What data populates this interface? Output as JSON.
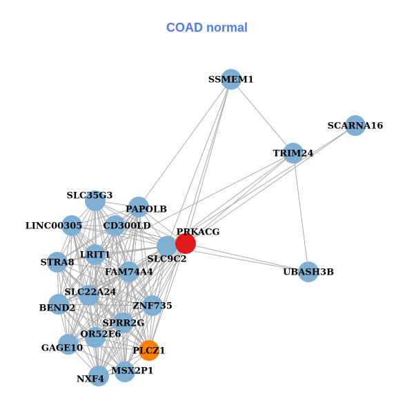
{
  "title": "COAD normal",
  "colors": {
    "default": "#7fb0d4",
    "hub": "#e31a1c",
    "highlight": "#ff7f00",
    "edge": "#aaaaaa"
  },
  "nodes": [
    {
      "id": "SSMEM1",
      "type": "default"
    },
    {
      "id": "SCARNA16",
      "type": "default"
    },
    {
      "id": "TRIM24",
      "type": "default"
    },
    {
      "id": "UBASH3B",
      "type": "default"
    },
    {
      "id": "SLC9C2",
      "type": "default"
    },
    {
      "id": "PRKACG",
      "type": "hub"
    },
    {
      "id": "SLC35G3",
      "type": "default"
    },
    {
      "id": "PAPOLB",
      "type": "default"
    },
    {
      "id": "LINC00305",
      "type": "default"
    },
    {
      "id": "CD300LD",
      "type": "default"
    },
    {
      "id": "LRIT1",
      "type": "default"
    },
    {
      "id": "STRA8",
      "type": "default"
    },
    {
      "id": "FAM74A4",
      "type": "default"
    },
    {
      "id": "SLC22A24",
      "type": "default"
    },
    {
      "id": "BEND2",
      "type": "default"
    },
    {
      "id": "ZNF735",
      "type": "default"
    },
    {
      "id": "SPRR2G",
      "type": "default"
    },
    {
      "id": "OR52E6",
      "type": "default"
    },
    {
      "id": "GAGE10",
      "type": "default"
    },
    {
      "id": "PLCZ1",
      "type": "highlight"
    },
    {
      "id": "NXF4",
      "type": "default"
    },
    {
      "id": "MSX2P1",
      "type": "default"
    }
  ],
  "cluster": [
    "SLC9C2",
    "PRKACG",
    "SLC35G3",
    "PAPOLB",
    "LINC00305",
    "CD300LD",
    "LRIT1",
    "STRA8",
    "FAM74A4",
    "SLC22A24",
    "BEND2",
    "ZNF735",
    "SPRR2G",
    "OR52E6",
    "GAGE10",
    "PLCZ1",
    "NXF4",
    "MSX2P1"
  ],
  "edges": [
    [
      "SSMEM1",
      "TRIM24"
    ],
    [
      "SSMEM1",
      "PRKACG"
    ],
    [
      "SSMEM1",
      "SLC9C2"
    ],
    [
      "SSMEM1",
      "PAPOLB"
    ],
    [
      "SSMEM1",
      "PLCZ1"
    ],
    [
      "TRIM24",
      "UBASH3B"
    ],
    [
      "TRIM24",
      "PRKACG"
    ],
    [
      "TRIM24",
      "SLC9C2"
    ],
    [
      "SCARNA16",
      "PRKACG"
    ],
    [
      "SCARNA16",
      "SLC9C2"
    ],
    [
      "UBASH3B",
      "PRKACG"
    ],
    [
      "UBASH3B",
      "SLC9C2"
    ],
    [
      "TRIM24",
      "LRIT1"
    ]
  ]
}
